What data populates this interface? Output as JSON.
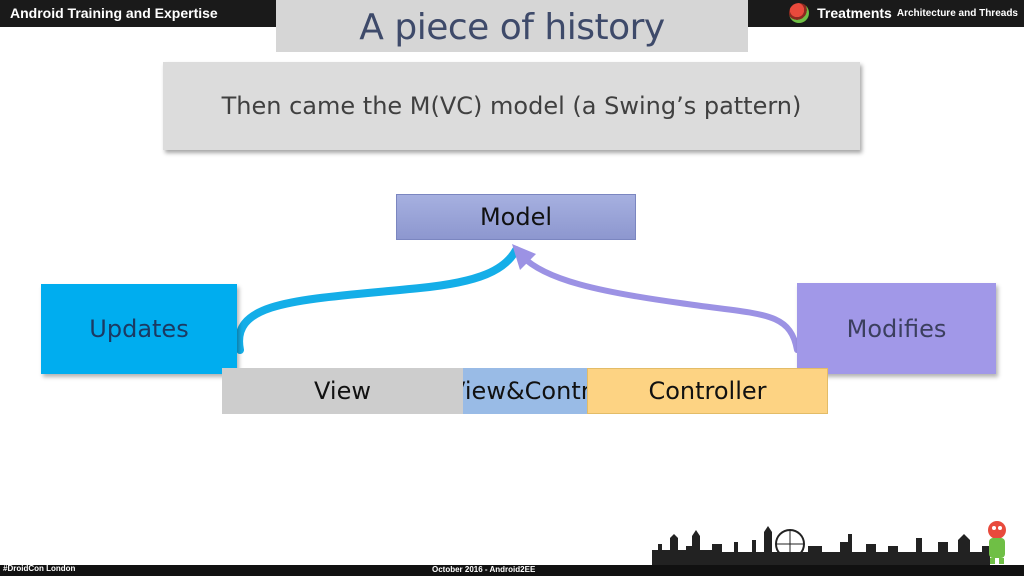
{
  "header": {
    "left_title": "Android Training and Expertise",
    "right_title": "Treatments",
    "right_subtitle": "Architecture and Threads"
  },
  "slide": {
    "title": "A piece of history",
    "subtitle": "Then came the M(VC) model (a Swing’s pattern)",
    "model_label": "Model",
    "updates_label": "Updates",
    "modifies_label": "Modifies",
    "view_label": "View",
    "view_controller_label": "View&Controller",
    "controller_label": "Controller"
  },
  "footer": {
    "left": "#DroidCon London",
    "center": "October 2016 - Android2EE"
  },
  "colors": {
    "updates": "#00adef",
    "modifies": "#a198e8",
    "model": "#8d97cf",
    "controller": "#fdd383",
    "view": "#cdcdcd",
    "view_controller": "#99bbe6"
  },
  "icons": [
    "avatar-icon",
    "london-skyline-icon",
    "mascot-icon"
  ]
}
